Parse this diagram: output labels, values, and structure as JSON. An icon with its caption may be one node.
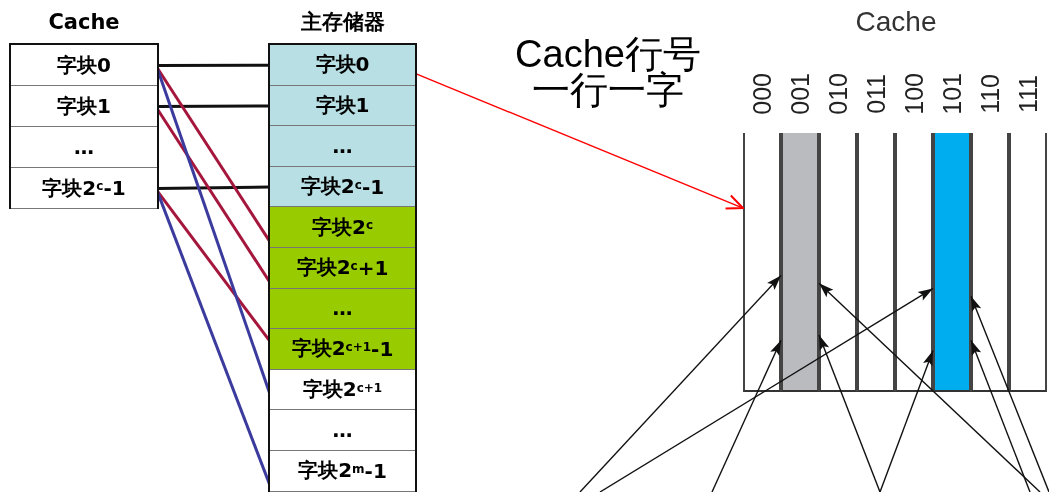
{
  "diagram": {
    "nodes": [
      {
        "text": [
          "Cache"
        ]
      },
      {
        "text": [
          "字块0"
        ],
        "in": 0
      },
      {
        "text": [
          "字块1"
        ],
        "in": 0
      },
      {
        "text": [
          "…"
        ],
        "in": 0
      },
      {
        "text": [
          "字块2$^{c}$-1"
        ],
        "in": 0
      },
      {
        "text": [
          "主存储器"
        ]
      },
      {
        "text": [
          "字块0"
        ],
        "in": 5
      },
      {
        "text": [
          "字块1"
        ],
        "in": 5
      },
      {
        "text": [
          "…"
        ],
        "in": 5
      },
      {
        "text": [
          "字块2$^{c}$-1"
        ],
        "in": 5
      },
      {
        "text": [
          "字块2$^{c}$"
        ],
        "in": 5
      },
      {
        "text": [
          "字块2$^{c}$+1"
        ],
        "in": 5
      },
      {
        "text": [
          "…"
        ],
        "in": 5
      },
      {
        "text": [
          "字块2$^{c+1}$-1"
        ],
        "in": 5
      },
      {
        "text": [
          "字块2$^{c+1}$"
        ],
        "in": 5
      },
      {
        "text": [
          "…"
        ],
        "in": 5
      },
      {
        "text": [
          "字块2$^{m}$-1"
        ],
        "in": 5
      },
      {
        "text": [
          "Cache"
        ]
      },
      {
        "text": [
          "000"
        ],
        "in": 17
      },
      {
        "text": [
          "001"
        ],
        "in": 17
      },
      {
        "text": [
          "010"
        ],
        "in": 17
      },
      {
        "text": [
          "011"
        ],
        "in": 17
      },
      {
        "text": [
          "100"
        ],
        "in": 17
      },
      {
        "text": [
          "101"
        ],
        "in": 17
      },
      {
        "text": [
          "110"
        ],
        "in": 17
      },
      {
        "text": [
          "111"
        ],
        "in": 17
      }
    ],
    "edges": [
      {
        "from": 1,
        "to": 6,
        "arrow": "none",
        "style": "thick"
      },
      {
        "from": 2,
        "to": 7,
        "arrow": "none",
        "style": "thick"
      },
      {
        "from": 4,
        "to": 9,
        "arrow": "none",
        "style": "thick"
      },
      {
        "from": 1,
        "to": 10,
        "arrow": "none",
        "style": "thick",
        "color": "#a5163c"
      },
      {
        "from": 2,
        "to": 11,
        "arrow": "none",
        "style": "thick",
        "color": "#a5163c"
      },
      {
        "from": 4,
        "to": 13,
        "arrow": "none",
        "style": "thick",
        "color": "#a5163c"
      },
      {
        "from": 1,
        "to": 14,
        "arrow": "none",
        "style": "thick",
        "color": "#3b3b9e"
      },
      {
        "from": 4,
        "to": 16,
        "arrow": "none",
        "style": "thick",
        "color": "#3b3b9e"
      },
      {
        "from": 6,
        "to": 18,
        "arrow": "to",
        "label": "Cache行号一行一字",
        "color": "#ff0000"
      },
      {
        "from": null,
        "to": 19,
        "arrow": "to"
      },
      {
        "from": null,
        "to": 19,
        "arrow": "to"
      },
      {
        "from": null,
        "to": 19,
        "arrow": "to"
      },
      {
        "from": null,
        "to": 19,
        "arrow": "to"
      },
      {
        "from": null,
        "to": 23,
        "arrow": "to"
      },
      {
        "from": null,
        "to": 23,
        "arrow": "to"
      },
      {
        "from": null,
        "to": 23,
        "arrow": "to"
      },
      {
        "from": null,
        "to": 23,
        "arrow": "to"
      }
    ]
  }
}
